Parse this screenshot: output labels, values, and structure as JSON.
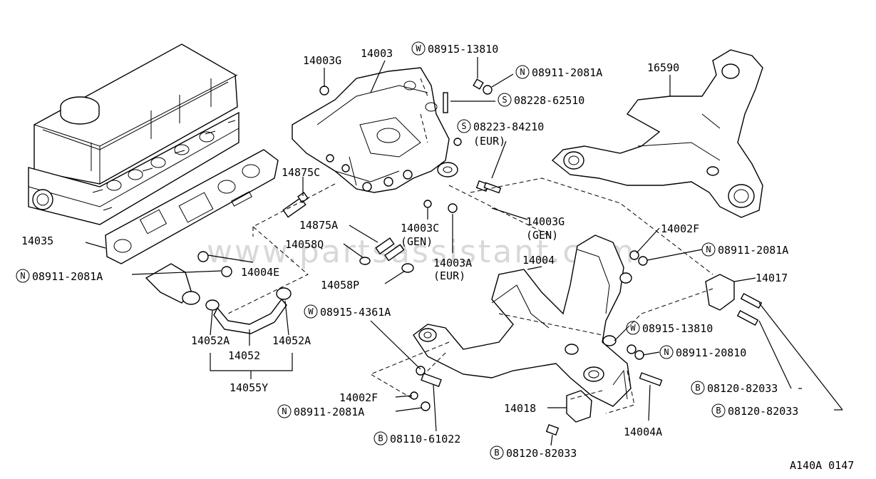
{
  "watermark": "www.partsassistant.com",
  "prefixes": {
    "W": "W",
    "N": "N",
    "S": "S",
    "B": "B"
  },
  "labels": {
    "p14003G_top": "14003G",
    "p14003": "14003",
    "w08915_13810_top": "08915-13810",
    "n08911_2081A_top": "08911-2081A",
    "s08228_62510": "08228-62510",
    "s08223_84210": "08223-84210",
    "eur1": "(EUR)",
    "p16590": "16590",
    "p14875C": "14875C",
    "p14035": "14035",
    "p14003G_mid": "14003G",
    "gen1": "(GEN)",
    "p14002F_right": "14002F",
    "n08911_2081A_right": "08911-2081A",
    "p14875A": "14875A",
    "p14003C": "14003C",
    "gen2": "(GEN)",
    "p14058Q": "14058Q",
    "p14003A": "14003A",
    "eur2": "(EUR)",
    "p14004": "14004",
    "p14017": "14017",
    "n08911_2081A_left": "08911-2081A",
    "p14004E": "14004E",
    "p14058P": "14058P",
    "w08915_4361A": "08915-4361A",
    "w08915_13810_right": "08915-13810",
    "n08911_20810": "08911-20810",
    "p14052A_left": "14052A",
    "p14052A_right": "14052A",
    "p14052": "14052",
    "p14055Y": "14055Y",
    "b08120_82033_r1": "08120-82033",
    "b08120_82033_r2": "08120-82033",
    "p14002F_bottom": "14002F",
    "n08911_2081A_bottom": "08911-2081A",
    "p14018": "14018",
    "p14004A": "14004A",
    "b08110_61022": "08110-61022",
    "b08120_82033_bottom": "08120-82033",
    "figure_code": "A140A 0147"
  }
}
